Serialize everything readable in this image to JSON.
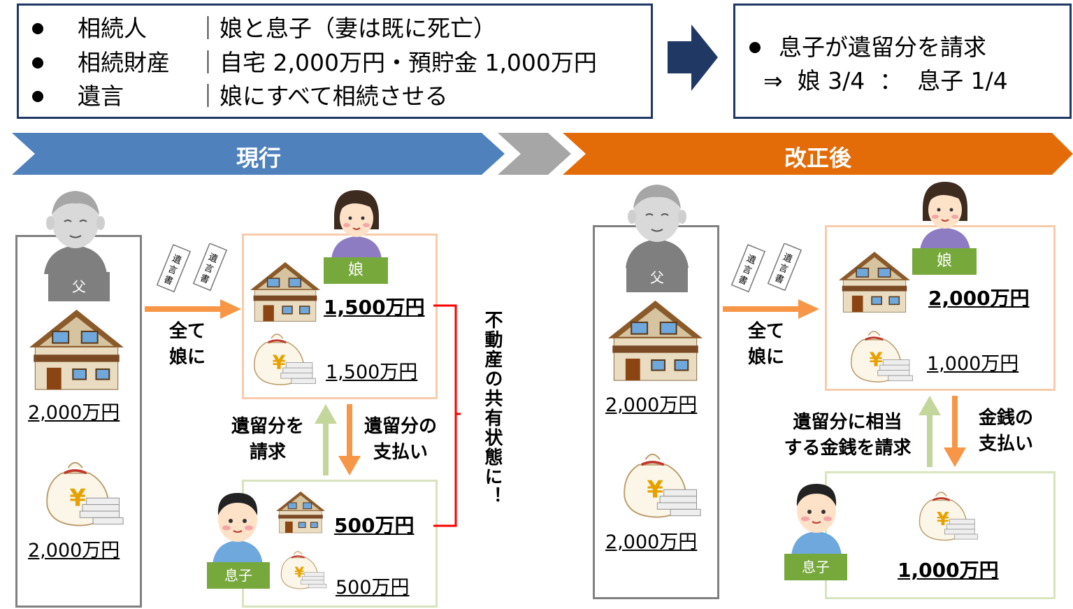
{
  "info_box": {
    "rows": [
      {
        "label": "相続人",
        "sep": "｜",
        "value": "娘と息子（妻は既に死亡）"
      },
      {
        "label": "相続財産",
        "sep": "｜",
        "value": "自宅 2,000万円・預貯金 1,000万円"
      },
      {
        "label": "遺言",
        "sep": "｜",
        "value": "娘にすべて相続させる"
      }
    ]
  },
  "result_box": {
    "line1": "息子が遺留分を請求",
    "line2": "⇒  娘 3/4  ：  息子 1/4"
  },
  "banners": {
    "current": "現行",
    "revised": "改正後"
  },
  "current": {
    "father_tag": "父",
    "father_house_amount": "2,000万円",
    "father_money_amount": "2,000万円",
    "will_text": "遺言書",
    "arrow_label_1": "全て",
    "arrow_label_2": "娘に",
    "daughter_tag": "娘",
    "daughter_house_amount": "1,500万円",
    "daughter_money_amount": "1,500万円",
    "claim_label_1": "遺留分を",
    "claim_label_2": "請求",
    "pay_label_1": "遺留分の",
    "pay_label_2": "支払い",
    "son_tag": "息子",
    "son_house_amount": "500万円",
    "son_money_amount": "500万円",
    "coownership_note": "不動産の共有状態に！"
  },
  "revised": {
    "father_tag": "父",
    "father_house_amount": "2,000万円",
    "father_money_amount": "2,000万円",
    "will_text": "遺言書",
    "arrow_label_1": "全て",
    "arrow_label_2": "娘に",
    "daughter_tag": "娘",
    "daughter_house_amount": "2,000万円",
    "daughter_money_amount": "1,000万円",
    "claim_label_1": "遺留分に相当",
    "claim_label_2": "する金銭を請求",
    "pay_label_1": "金銭の",
    "pay_label_2": "支払い",
    "son_tag": "息子",
    "son_money_amount": "1,000万円"
  },
  "colors": {
    "navy": "#1f3864",
    "blue_banner": "#4f81bd",
    "orange_banner": "#e36c09",
    "grey_arrow": "#a6a6a6",
    "orange_arrow": "#f79646",
    "green_arrow": "#c3d69b",
    "tag_green": "#77a83c",
    "tag_grey": "#7f7f7f",
    "bracket_red": "#ff0000"
  }
}
